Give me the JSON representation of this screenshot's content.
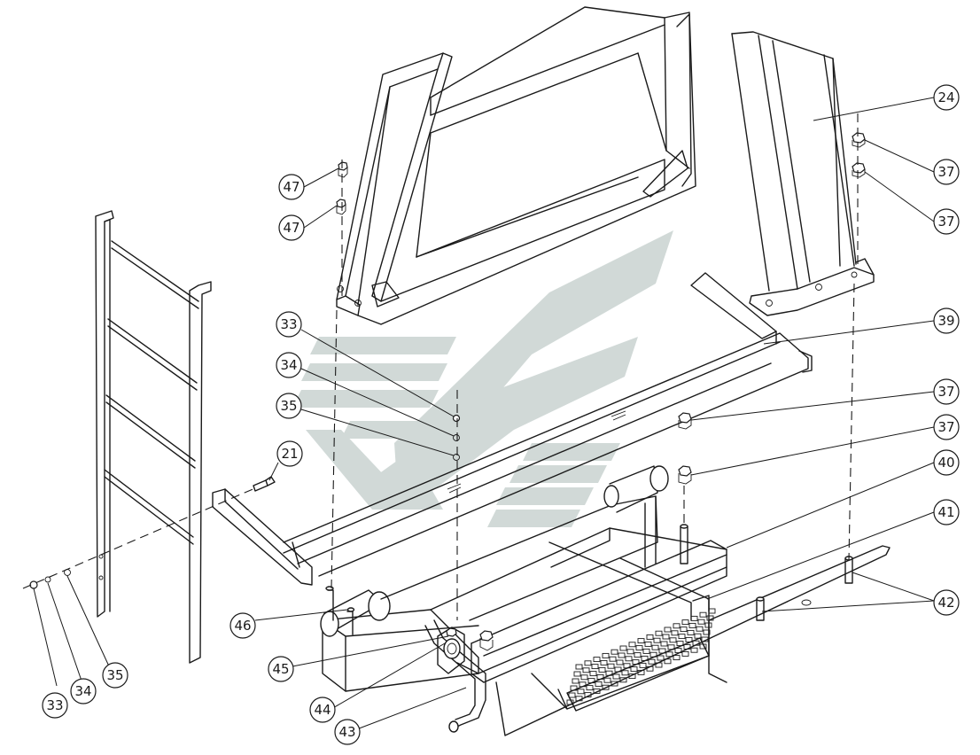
{
  "diagram": {
    "type": "exploded-assembly-drawing",
    "watermark": {
      "color": "#c9d3d1",
      "opacity": 0.85
    },
    "callouts": [
      {
        "id": "c24",
        "label": "24"
      },
      {
        "id": "c37a",
        "label": "37"
      },
      {
        "id": "c37b",
        "label": "37"
      },
      {
        "id": "c47a",
        "label": "47"
      },
      {
        "id": "c47b",
        "label": "47"
      },
      {
        "id": "c39",
        "label": "39"
      },
      {
        "id": "c33a",
        "label": "33"
      },
      {
        "id": "c34a",
        "label": "34"
      },
      {
        "id": "c35a",
        "label": "35"
      },
      {
        "id": "c37c",
        "label": "37"
      },
      {
        "id": "c37d",
        "label": "37"
      },
      {
        "id": "c21",
        "label": "21"
      },
      {
        "id": "c40",
        "label": "40"
      },
      {
        "id": "c41",
        "label": "41"
      },
      {
        "id": "c42",
        "label": "42"
      },
      {
        "id": "c46",
        "label": "46"
      },
      {
        "id": "c45",
        "label": "45"
      },
      {
        "id": "c44",
        "label": "44"
      },
      {
        "id": "c43",
        "label": "43"
      },
      {
        "id": "c33b",
        "label": "33"
      },
      {
        "id": "c34b",
        "label": "34"
      },
      {
        "id": "c35b",
        "label": "35"
      }
    ]
  }
}
